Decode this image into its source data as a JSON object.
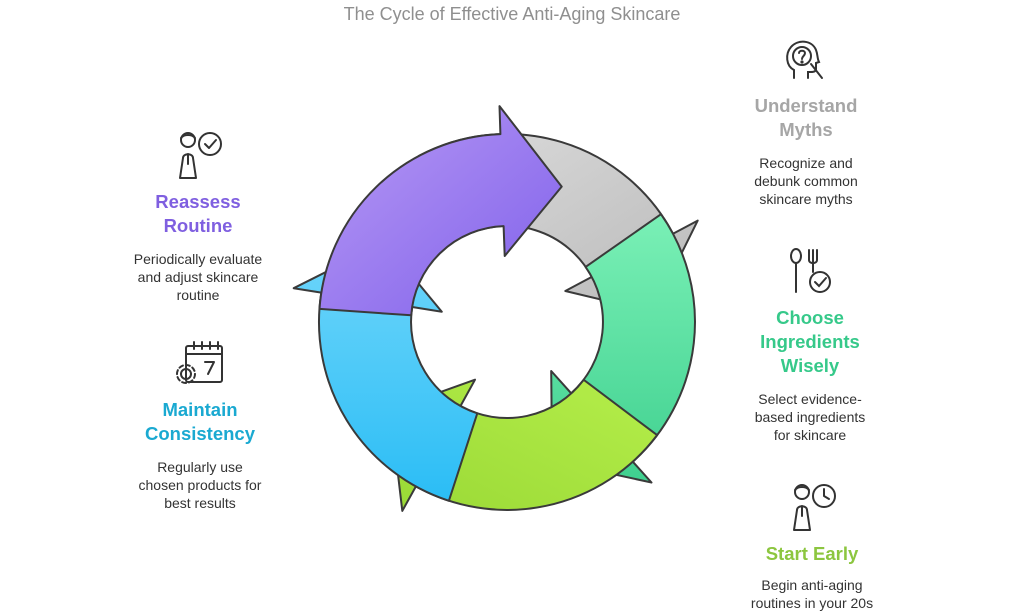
{
  "title": "The Cycle of Effective Anti-Aging Skincare",
  "steps": [
    {
      "heading": "Understand\nMyths",
      "description": "Recognize and\ndebunk common\nskincare myths",
      "color": "#a6a6a6",
      "icon": "head-question-search-icon"
    },
    {
      "heading": "Choose\nIngredients\nWisely",
      "description": "Select evidence-\nbased ingredients\nfor skincare",
      "color": "#36c98a",
      "icon": "spoon-fork-check-icon"
    },
    {
      "heading": "Start Early",
      "description": "Begin anti-aging\nroutines in your 20s",
      "color": "#8cc63f",
      "icon": "person-clock-icon"
    },
    {
      "heading": "Maintain\nConsistency",
      "description": "Regularly use\nchosen products for\nbest results",
      "color": "#1aa9d1",
      "icon": "calendar-gear-icon"
    },
    {
      "heading": "Reassess\nRoutine",
      "description": "Periodically evaluate\nand adjust skincare\nroutine",
      "color": "#7f5fe0",
      "icon": "person-check-icon"
    }
  ]
}
